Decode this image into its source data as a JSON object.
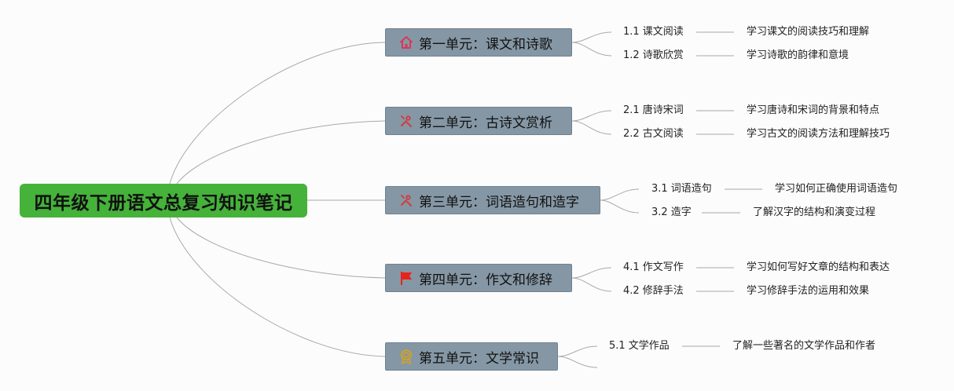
{
  "root": {
    "title": "四年级下册语文总复习知识笔记"
  },
  "units": [
    {
      "title": "第一单元：课文和诗歌",
      "icon": "house-icon",
      "items": [
        {
          "label": "1.1 课文阅读",
          "desc": "学习课文的阅读技巧和理解"
        },
        {
          "label": "1.2 诗歌欣赏",
          "desc": "学习诗歌的韵律和意境"
        }
      ]
    },
    {
      "title": "第二单元：古诗文赏析",
      "icon": "tools-icon",
      "items": [
        {
          "label": "2.1 唐诗宋词",
          "desc": "学习唐诗和宋词的背景和特点"
        },
        {
          "label": "2.2 古文阅读",
          "desc": "学习古文的阅读方法和理解技巧"
        }
      ]
    },
    {
      "title": "第三单元：词语造句和造字",
      "icon": "tools-icon",
      "items": [
        {
          "label": "3.1 词语造句",
          "desc": "学习如何正确使用词语造句"
        },
        {
          "label": "3.2 造字",
          "desc": "了解汉字的结构和演变过程"
        }
      ]
    },
    {
      "title": "第四单元：作文和修辞",
      "icon": "flag-icon",
      "items": [
        {
          "label": "4.1 作文写作",
          "desc": "学习如何写好文章的结构和表达"
        },
        {
          "label": "4.2 修辞手法",
          "desc": "学习修辞手法的运用和效果"
        }
      ]
    },
    {
      "title": "第五单元：文学常识",
      "icon": "medal-icon",
      "items": [
        {
          "label": "5.1 文学作品",
          "desc": "了解一些著名的文学作品和作者"
        }
      ]
    }
  ],
  "colors": {
    "root_bg": "#45b23a",
    "unit_bg": "#8597a5",
    "line": "#a9a9a9",
    "house_icon": "#d9385a",
    "tools_icon": "#d23a3a",
    "flag_icon": "#e8231b",
    "medal_icon": "#d6a21e"
  }
}
